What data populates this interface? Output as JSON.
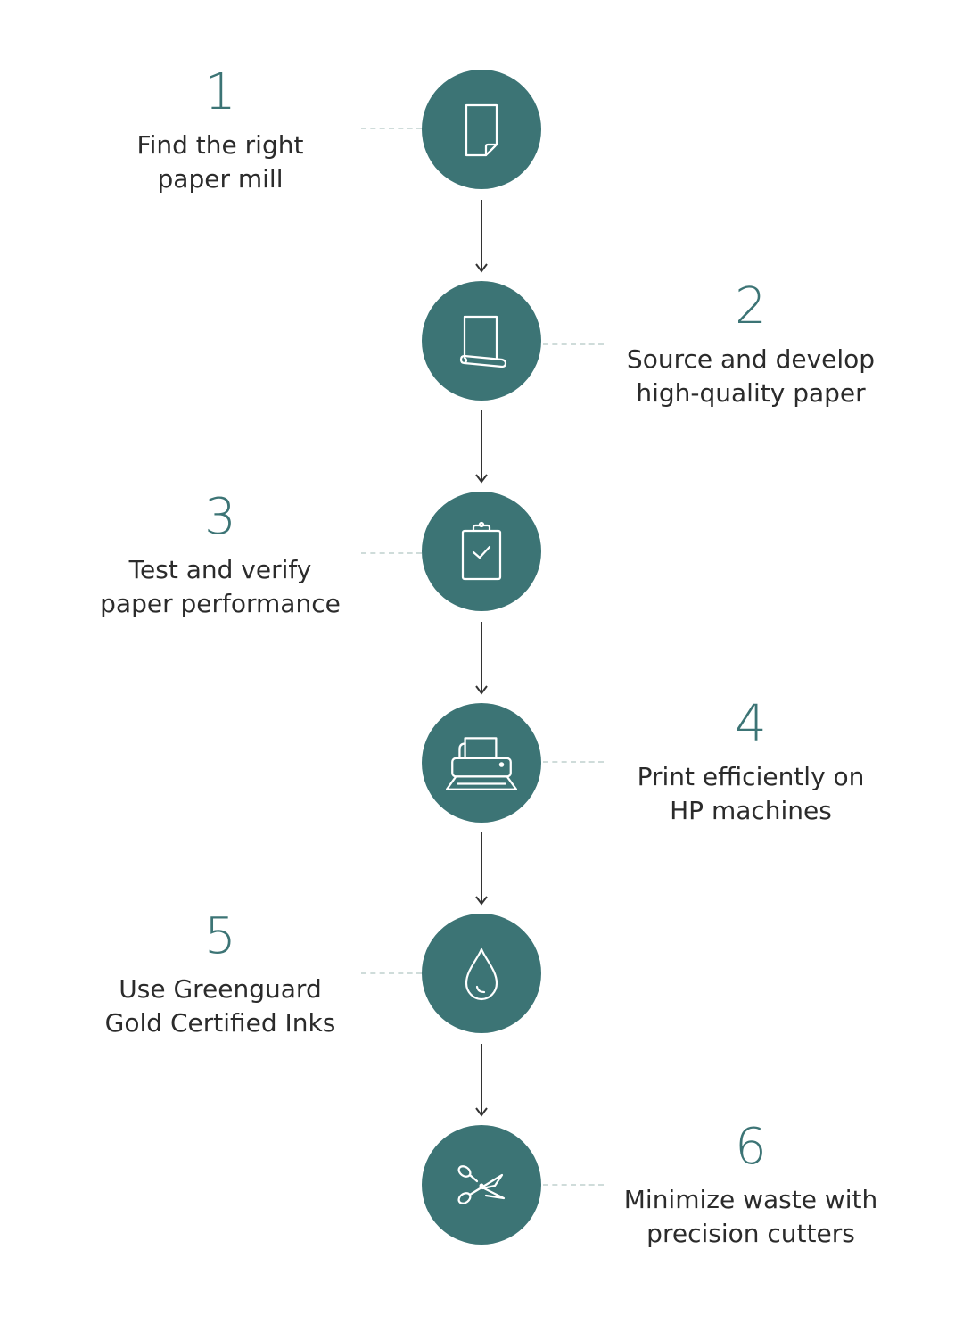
{
  "colors": {
    "circle": "#3c7475",
    "number": "#3c7475",
    "text": "#2b2b2b",
    "arrow": "#333333",
    "dash": "#cfdcda"
  },
  "steps": [
    {
      "number": "1",
      "line1": "Find the right",
      "line2": "paper mill",
      "icon": "paper-sheet-icon"
    },
    {
      "number": "2",
      "line1": "Source and develop",
      "line2": "high-quality paper",
      "icon": "paper-roll-icon"
    },
    {
      "number": "3",
      "line1": "Test and verify",
      "line2": "paper performance",
      "icon": "clipboard-check-icon"
    },
    {
      "number": "4",
      "line1": "Print efficiently on",
      "line2": "HP machines",
      "icon": "printer-icon"
    },
    {
      "number": "5",
      "line1": "Use Greenguard",
      "line2": "Gold Certified Inks",
      "icon": "ink-drop-icon"
    },
    {
      "number": "6",
      "line1": "Minimize waste with",
      "line2": "precision cutters",
      "icon": "scissors-icon"
    }
  ]
}
